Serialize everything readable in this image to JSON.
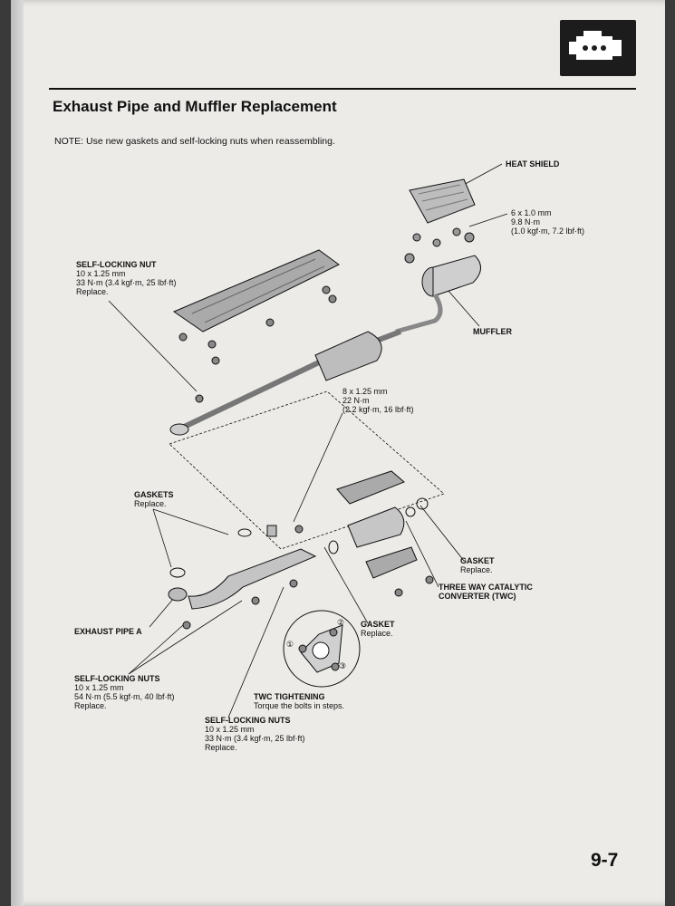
{
  "header": {
    "title": "Exhaust Pipe and Muffler Replacement",
    "note": "NOTE: Use new gaskets and self-locking nuts when reassembling.",
    "section_icon": "engine-icon"
  },
  "callouts": {
    "heat_shield": {
      "title": "HEAT SHIELD"
    },
    "heat_shield_torque": {
      "lines": [
        "6 x 1.0 mm",
        "9.8 N·m",
        "(1.0 kgf·m, 7.2 lbf·ft)"
      ]
    },
    "self_locking_nut_top": {
      "title": "SELF-LOCKING NUT",
      "lines": [
        "10 x 1.25 mm",
        "33 N·m (3.4 kgf·m, 25 lbf·ft)",
        "Replace."
      ]
    },
    "muffler": {
      "title": "MUFFLER"
    },
    "mid_torque": {
      "lines": [
        "8 x 1.25 mm",
        "22 N·m",
        "(2.2 kgf·m, 16 lbf·ft)"
      ]
    },
    "gaskets": {
      "title": "GASKETS",
      "lines": [
        "Replace."
      ]
    },
    "gasket_right": {
      "title": "GASKET",
      "lines": [
        "Replace."
      ]
    },
    "twc": {
      "title": "THREE WAY CATALYTIC",
      "lines": [
        "CONVERTER (TWC)"
      ]
    },
    "exhaust_pipe_a": {
      "title": "EXHAUST PIPE A"
    },
    "gasket_lower": {
      "title": "GASKET",
      "lines": [
        "Replace."
      ]
    },
    "self_locking_nuts_left": {
      "title": "SELF-LOCKING NUTS",
      "lines": [
        "10 x 1.25 mm",
        "54 N·m (5.5 kgf·m, 40 lbf·ft)",
        "Replace."
      ]
    },
    "twc_tightening": {
      "title": "TWC TIGHTENING",
      "lines": [
        "Torque the bolts in steps."
      ]
    },
    "self_locking_nuts_bottom": {
      "title": "SELF-LOCKING NUTS",
      "lines": [
        "10 x 1.25 mm",
        "33 N·m (3.4 kgf·m, 25 lbf·ft)",
        "Replace."
      ]
    },
    "steps": [
      "①",
      "②",
      "③"
    ]
  },
  "page_number": "9-7",
  "colors": {
    "paper": "#ecebe8",
    "ink": "#111111",
    "part_fill": "#bdbdbd",
    "shade": "#6f6f6f"
  }
}
